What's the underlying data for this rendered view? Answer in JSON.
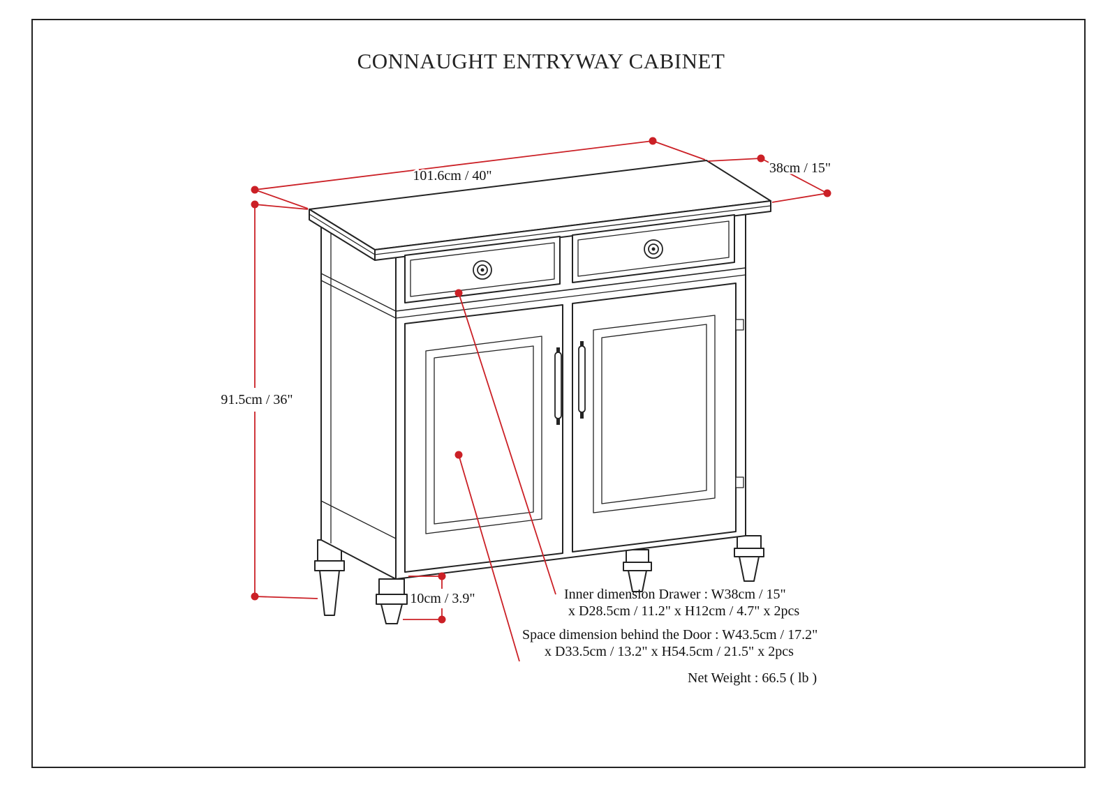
{
  "colors": {
    "dimension": "#cb2026",
    "ink": "#232323",
    "background": "#ffffff"
  },
  "title": "CONNAUGHT ENTRYWAY CABINET",
  "dimensions": {
    "width": "101.6cm / 40\"",
    "depth": "38cm / 15\"",
    "height": "91.5cm / 36\"",
    "leg_height": "10cm / 3.9\""
  },
  "annotations": {
    "drawer": {
      "line1": "Inner dimension Drawer : W38cm / 15\"",
      "line2": "x D28.5cm / 11.2\" x H12cm / 4.7\" x 2pcs"
    },
    "door_space": {
      "line1": "Space dimension behind the Door  : W43.5cm / 17.2\"",
      "line2": "x D33.5cm / 13.2\" x H54.5cm / 21.5\" x 2pcs"
    },
    "net_weight": "Net Weight : 66.5 ( lb )"
  }
}
